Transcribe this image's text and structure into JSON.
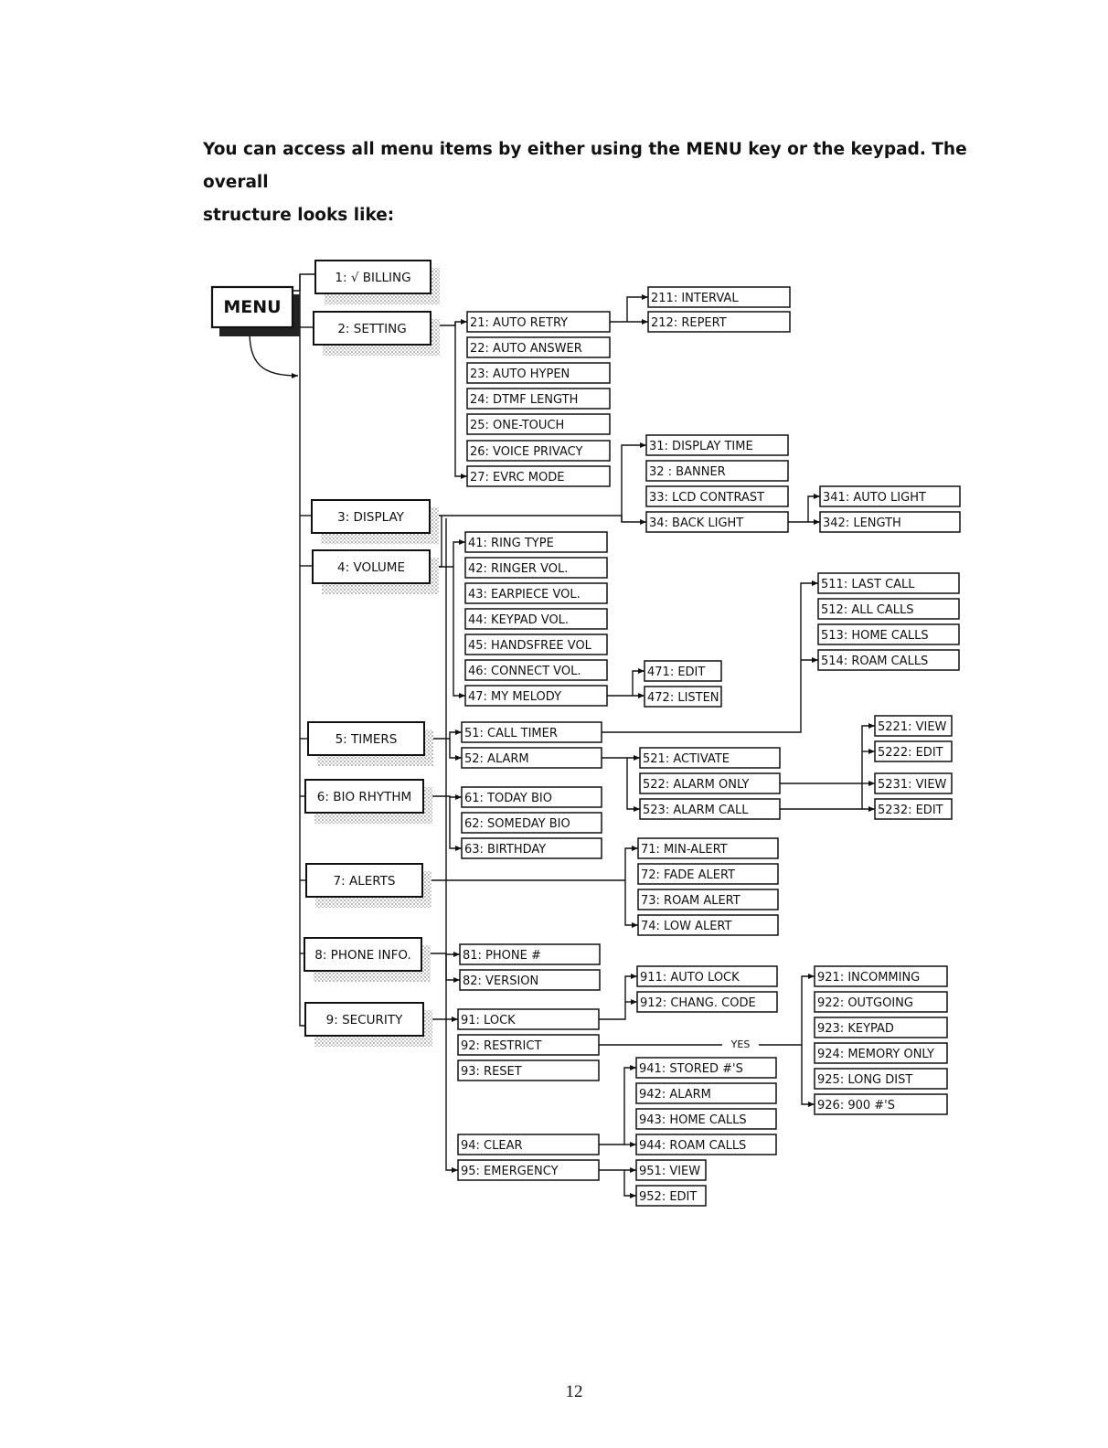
{
  "intro": {
    "line1": "You can access all menu items by either using the MENU key or the keypad. The overall",
    "line2": "structure looks like:"
  },
  "menu_root": "MENU",
  "branches": [
    {
      "id": "b1",
      "label": "1: √ BILLING"
    },
    {
      "id": "b2",
      "label": "2: SETTING"
    },
    {
      "id": "b3",
      "label": "3: DISPLAY"
    },
    {
      "id": "b4",
      "label": "4: VOLUME"
    },
    {
      "id": "b5",
      "label": "5: TIMERS"
    },
    {
      "id": "b6",
      "label": "6: BIO RHYTHM"
    },
    {
      "id": "b7",
      "label": "7: ALERTS"
    },
    {
      "id": "b8",
      "label": "8: PHONE INFO."
    },
    {
      "id": "b9",
      "label": "9: SECURITY"
    }
  ],
  "items": [
    {
      "id": "i21",
      "label": "21: AUTO RETRY"
    },
    {
      "id": "i22",
      "label": "22: AUTO ANSWER"
    },
    {
      "id": "i23",
      "label": "23: AUTO HYPEN"
    },
    {
      "id": "i24",
      "label": "24: DTMF LENGTH"
    },
    {
      "id": "i25",
      "label": "25: ONE-TOUCH"
    },
    {
      "id": "i26",
      "label": "26: VOICE PRIVACY"
    },
    {
      "id": "i27",
      "label": "27: EVRC MODE"
    },
    {
      "id": "i211",
      "label": "211: INTERVAL"
    },
    {
      "id": "i212",
      "label": "212: REPERT"
    },
    {
      "id": "i31",
      "label": "31: DISPLAY TIME"
    },
    {
      "id": "i32",
      "label": "32 : BANNER"
    },
    {
      "id": "i33",
      "label": "33: LCD CONTRAST"
    },
    {
      "id": "i34",
      "label": "34: BACK LIGHT"
    },
    {
      "id": "i341",
      "label": "341: AUTO LIGHT"
    },
    {
      "id": "i342",
      "label": "342: LENGTH"
    },
    {
      "id": "i41",
      "label": "41: RING TYPE"
    },
    {
      "id": "i42",
      "label": "42: RINGER VOL."
    },
    {
      "id": "i43",
      "label": "43: EARPIECE VOL."
    },
    {
      "id": "i44",
      "label": "44: KEYPAD VOL."
    },
    {
      "id": "i45",
      "label": "45: HANDSFREE VOL"
    },
    {
      "id": "i46",
      "label": "46: CONNECT VOL."
    },
    {
      "id": "i47",
      "label": "47: MY MELODY"
    },
    {
      "id": "i471",
      "label": "471: EDIT"
    },
    {
      "id": "i472",
      "label": "472: LISTEN"
    },
    {
      "id": "i511",
      "label": "511: LAST CALL"
    },
    {
      "id": "i512",
      "label": "512: ALL CALLS"
    },
    {
      "id": "i513",
      "label": "513: HOME CALLS"
    },
    {
      "id": "i514",
      "label": "514: ROAM CALLS"
    },
    {
      "id": "i51",
      "label": "51: CALL TIMER"
    },
    {
      "id": "i52",
      "label": "52: ALARM"
    },
    {
      "id": "i521",
      "label": "521: ACTIVATE"
    },
    {
      "id": "i522",
      "label": "522: ALARM ONLY"
    },
    {
      "id": "i523",
      "label": "523: ALARM CALL"
    },
    {
      "id": "i5221",
      "label": "5221: VIEW"
    },
    {
      "id": "i5222",
      "label": "5222: EDIT"
    },
    {
      "id": "i5231",
      "label": "5231: VIEW"
    },
    {
      "id": "i5232",
      "label": "5232: EDIT"
    },
    {
      "id": "i61",
      "label": "61: TODAY BIO"
    },
    {
      "id": "i62",
      "label": "62: SOMEDAY BIO"
    },
    {
      "id": "i63",
      "label": "63: BIRTHDAY"
    },
    {
      "id": "i71",
      "label": "71: MIN-ALERT"
    },
    {
      "id": "i72",
      "label": "72: FADE ALERT"
    },
    {
      "id": "i73",
      "label": "73: ROAM ALERT"
    },
    {
      "id": "i74",
      "label": "74: LOW ALERT"
    },
    {
      "id": "i81",
      "label": "81: PHONE #"
    },
    {
      "id": "i82",
      "label": "82: VERSION"
    },
    {
      "id": "i91",
      "label": "91: LOCK"
    },
    {
      "id": "i92",
      "label": "92: RESTRICT"
    },
    {
      "id": "i93",
      "label": "93: RESET"
    },
    {
      "id": "i94",
      "label": "94: CLEAR"
    },
    {
      "id": "i95",
      "label": "95: EMERGENCY"
    },
    {
      "id": "i911",
      "label": "911: AUTO LOCK"
    },
    {
      "id": "i912",
      "label": "912: CHANG. CODE"
    },
    {
      "id": "i921",
      "label": "921: INCOMMING"
    },
    {
      "id": "i922",
      "label": "922: OUTGOING"
    },
    {
      "id": "i923",
      "label": "923: KEYPAD"
    },
    {
      "id": "i924",
      "label": "924: MEMORY ONLY"
    },
    {
      "id": "i925",
      "label": "925: LONG DIST"
    },
    {
      "id": "i926",
      "label": "926: 900 #'S"
    },
    {
      "id": "i941",
      "label": "941: STORED #'S"
    },
    {
      "id": "i942",
      "label": "942: ALARM"
    },
    {
      "id": "i943",
      "label": "943: HOME CALLS"
    },
    {
      "id": "i944",
      "label": "944: ROAM CALLS"
    },
    {
      "id": "i951",
      "label": "951: VIEW"
    },
    {
      "id": "i952",
      "label": "952: EDIT"
    }
  ],
  "restrict_condition": "YES",
  "page_number": "12"
}
